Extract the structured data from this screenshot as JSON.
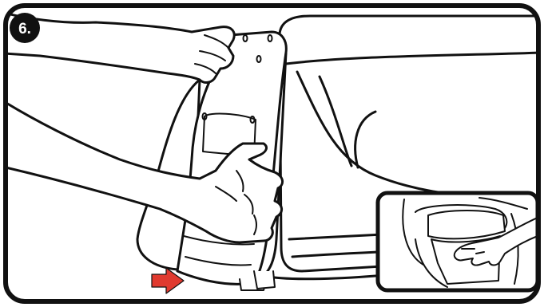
{
  "step": {
    "number": "6."
  },
  "colors": {
    "frame": "#111111",
    "badge": "#111111",
    "arrow": "#e03a2f",
    "background": "#ffffff"
  },
  "icons": {
    "arrow": "direction-arrow-icon"
  },
  "illustrations": {
    "main": "hands-attaching-seat-pad-to-frame",
    "inset": "hand-pressing-pad-inside-seat"
  }
}
